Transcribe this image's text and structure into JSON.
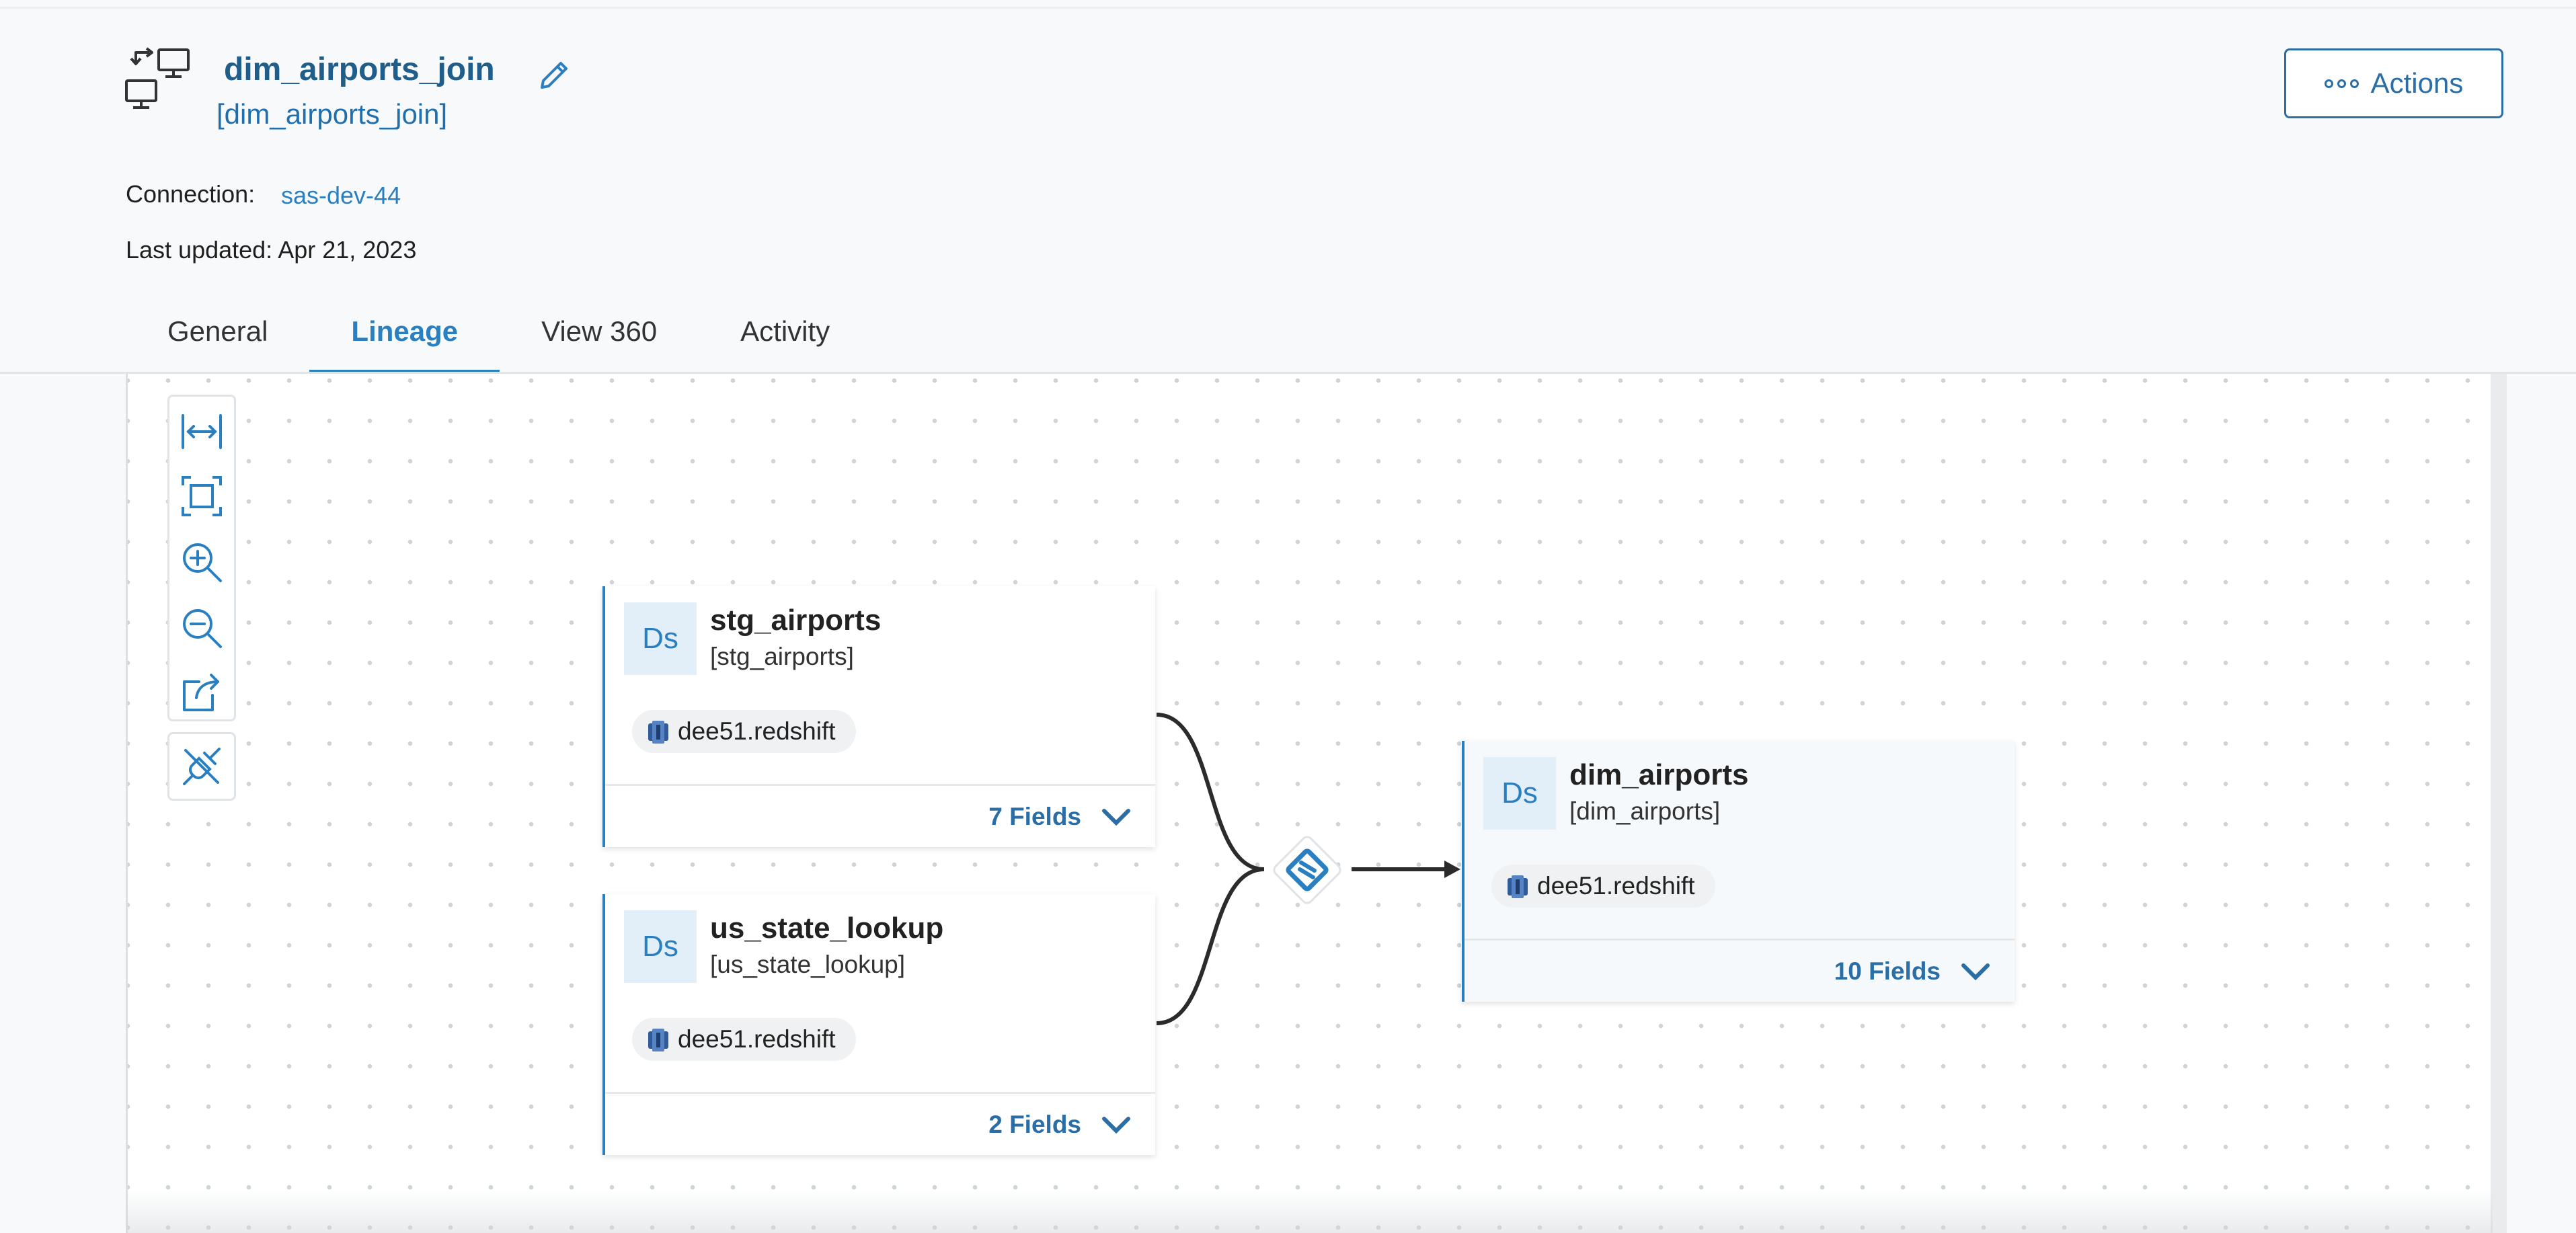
{
  "header": {
    "title": "dim_airports_join",
    "subtitle": "[dim_airports_join]",
    "icon": "transform-icon",
    "edit_icon": "pencil-icon",
    "actions_label": "Actions"
  },
  "meta": {
    "connection_label": "Connection:",
    "connection_value": "sas-dev-44",
    "last_updated": "Last updated: Apr 21, 2023"
  },
  "tabs": [
    {
      "label": "General",
      "active": false
    },
    {
      "label": "Lineage",
      "active": true
    },
    {
      "label": "View 360",
      "active": false
    },
    {
      "label": "Activity",
      "active": false
    }
  ],
  "toolbar": {
    "tools": [
      "fit-width-icon",
      "fit-screen-icon",
      "zoom-in-icon",
      "zoom-out-icon",
      "export-icon",
      "unlink-icon"
    ]
  },
  "nodes": [
    {
      "badge": "Ds",
      "name": "stg_airports",
      "physical": "[stg_airports]",
      "connection": "dee51.redshift",
      "fields": "7 Fields"
    },
    {
      "badge": "Ds",
      "name": "us_state_lookup",
      "physical": "[us_state_lookup]",
      "connection": "dee51.redshift",
      "fields": "2 Fields"
    },
    {
      "badge": "Ds",
      "name": "dim_airports",
      "physical": "[dim_airports]",
      "connection": "dee51.redshift",
      "fields": "10 Fields"
    }
  ],
  "colors": {
    "accent": "#2a7fc0",
    "title": "#1f5d8a",
    "background": "#f8f9fa"
  }
}
